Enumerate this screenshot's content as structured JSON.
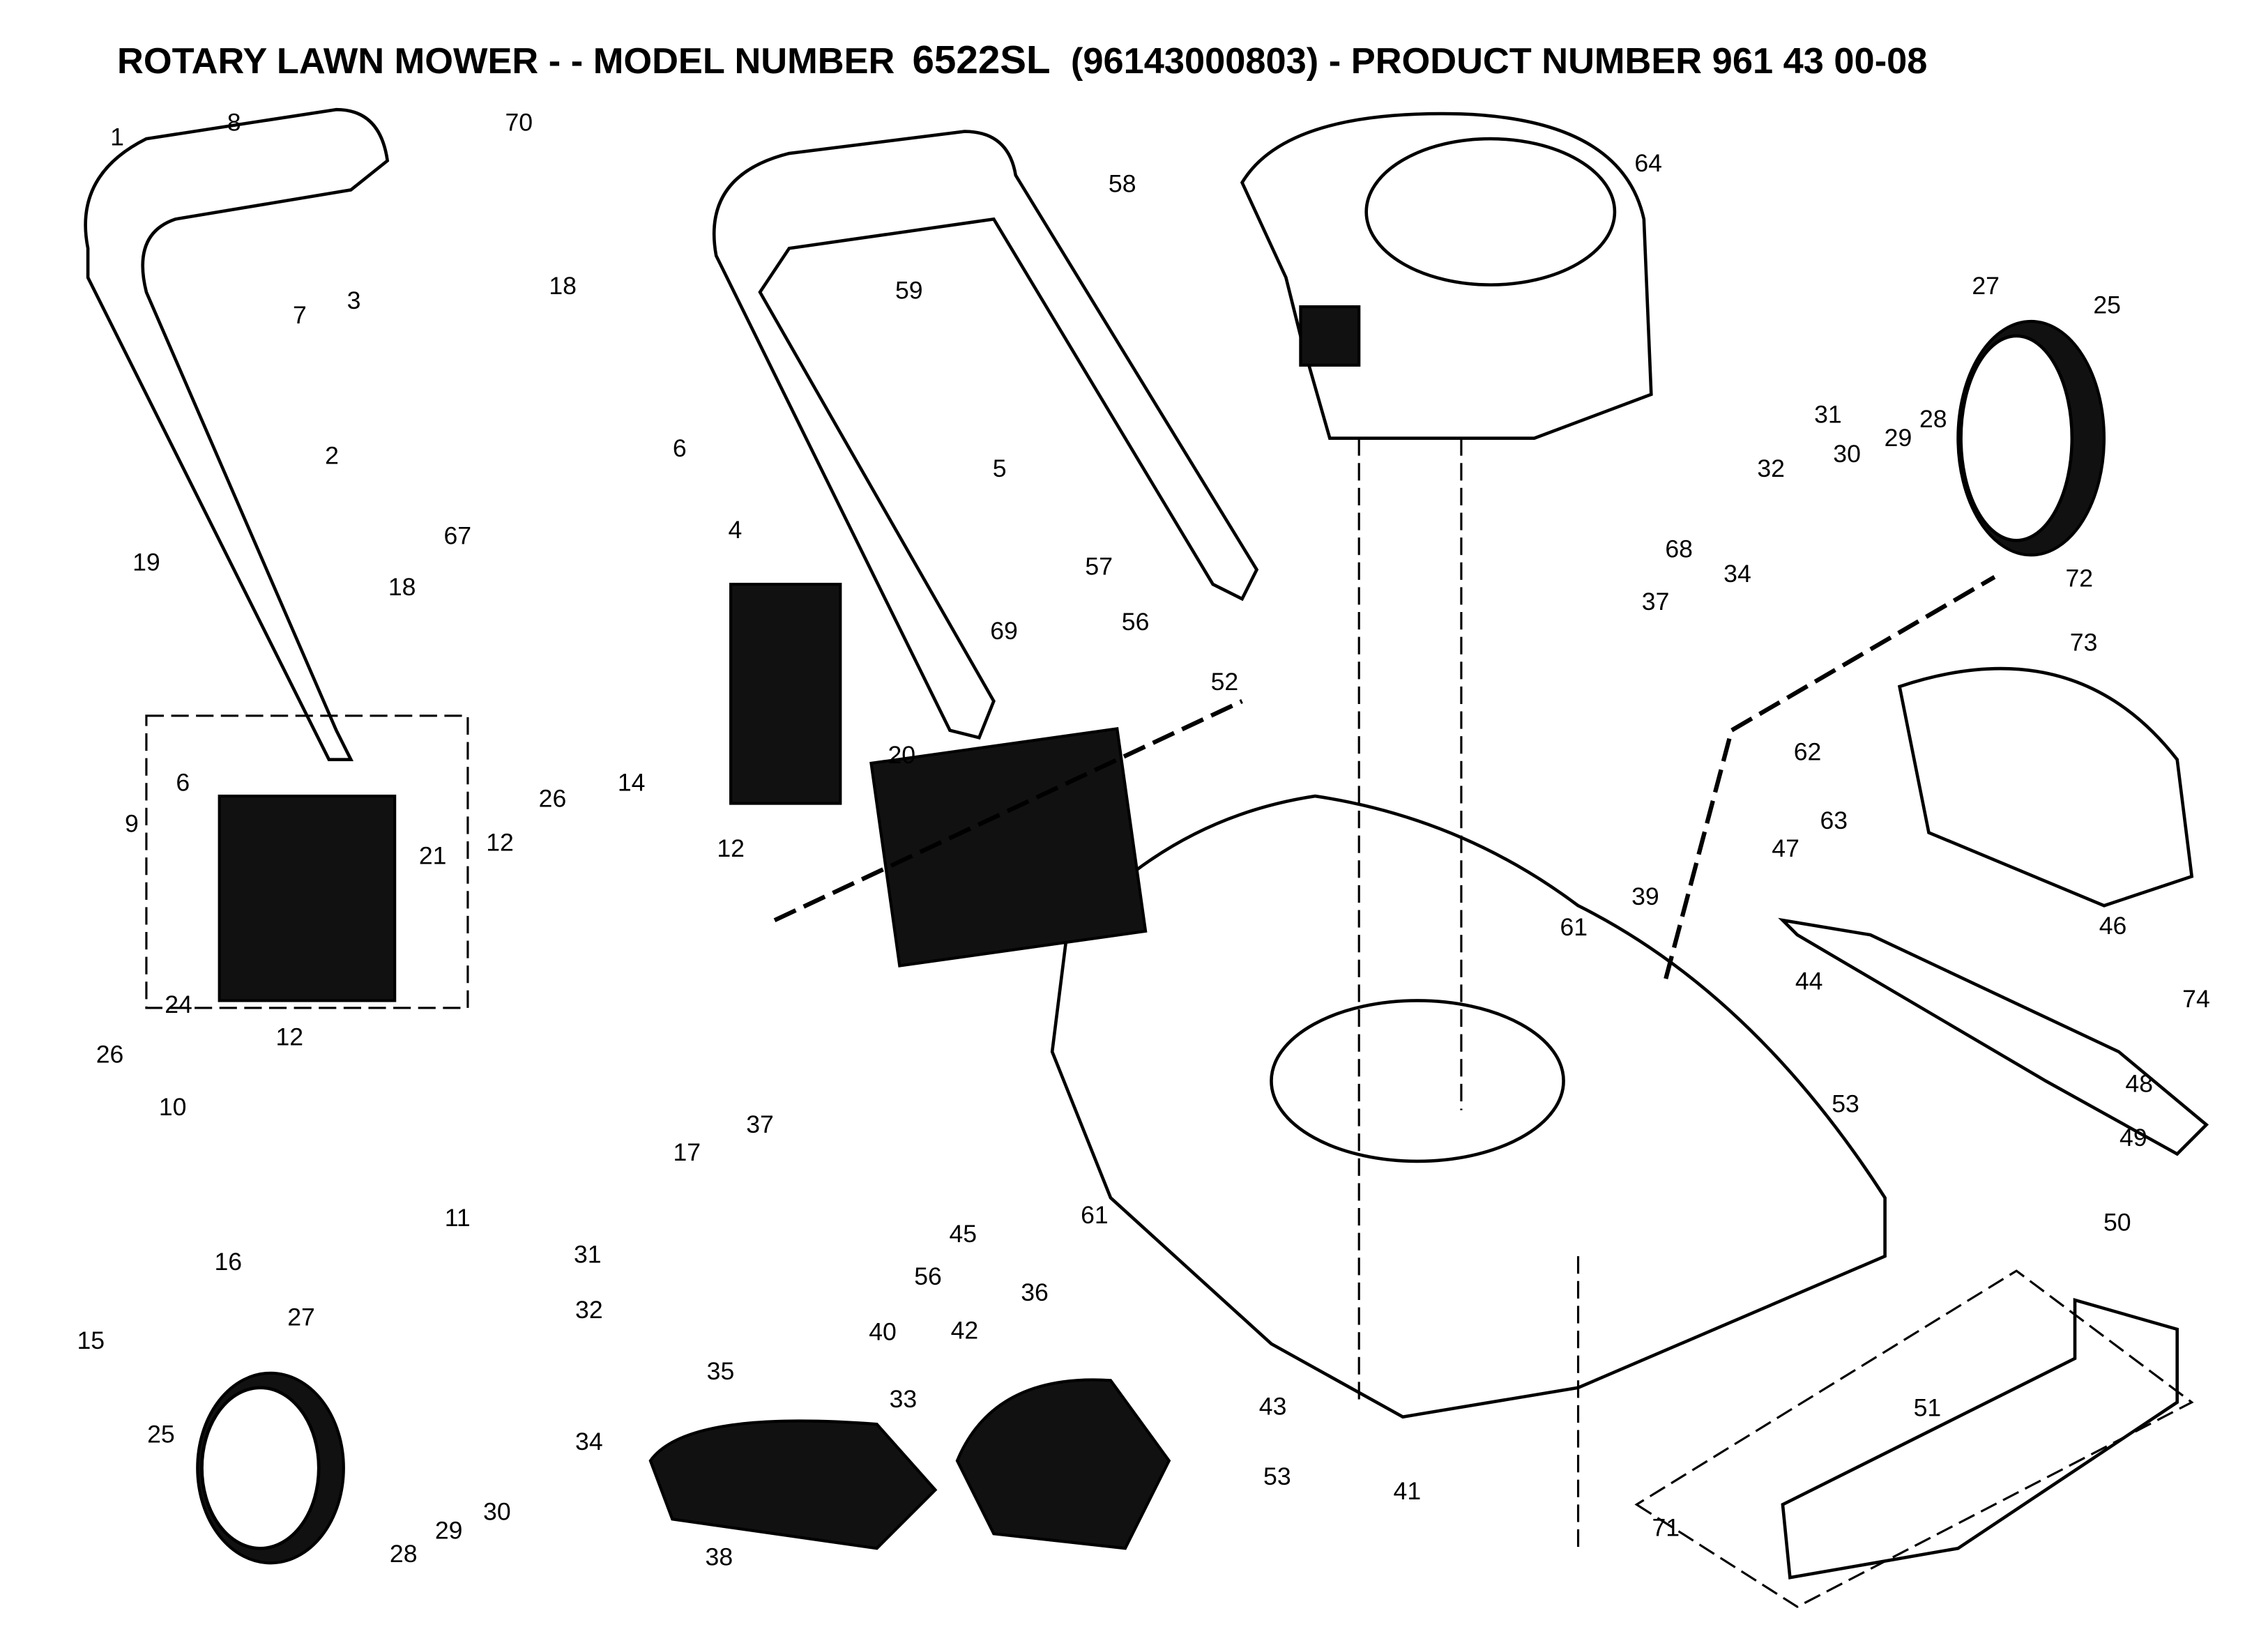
{
  "title": {
    "prefix": "ROTARY LAWN MOWER - - MODEL NUMBER",
    "model": "6522SL",
    "suffix": "(96143000803) - PRODUCT NUMBER 961 43 00-08"
  },
  "callouts": [
    "1",
    "8",
    "70",
    "18",
    "7",
    "3",
    "2",
    "67",
    "6",
    "18",
    "19",
    "6",
    "9",
    "26",
    "21",
    "12",
    "14",
    "12",
    "24",
    "26",
    "12",
    "10",
    "11",
    "16",
    "17",
    "15",
    "58",
    "59",
    "5",
    "4",
    "57",
    "56",
    "69",
    "52",
    "20",
    "64",
    "27",
    "25",
    "31",
    "30",
    "29",
    "28",
    "32",
    "68",
    "34",
    "37",
    "72",
    "73",
    "62",
    "63",
    "47",
    "46",
    "74",
    "39",
    "61",
    "44",
    "48",
    "53",
    "49",
    "50",
    "37",
    "61",
    "45",
    "56",
    "40",
    "36",
    "42",
    "35",
    "31",
    "32",
    "34",
    "27",
    "25",
    "28",
    "29",
    "30",
    "33",
    "38",
    "43",
    "53",
    "41",
    "71",
    "51"
  ]
}
